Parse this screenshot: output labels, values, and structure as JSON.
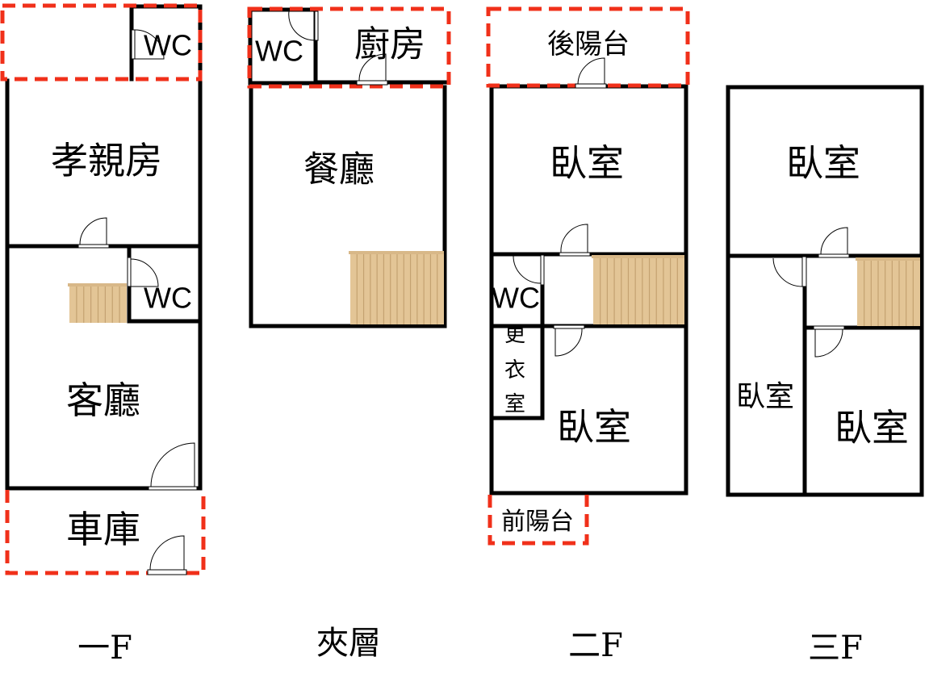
{
  "colors": {
    "wall": "#000000",
    "outdoor_dash": "#f0301a",
    "stair_fill": "#e3c596",
    "stair_line": "#c4a271",
    "background": "#ffffff"
  },
  "floors": [
    {
      "id": "1f",
      "label": "一F",
      "rooms": {
        "wc_top": "WC",
        "parents_room": "孝親房",
        "wc_mid": "WC",
        "living_room": "客廳",
        "garage": "車庫"
      }
    },
    {
      "id": "mezzanine",
      "label": "夾層",
      "rooms": {
        "wc": "WC",
        "kitchen": "廚房",
        "dining_room": "餐廳"
      }
    },
    {
      "id": "2f",
      "label": "二F",
      "rooms": {
        "rear_balcony": "後陽台",
        "bedroom_top": "臥室",
        "wc": "WC",
        "closet_1": "更",
        "closet_2": "衣",
        "closet_3": "室",
        "bedroom_bottom": "臥室",
        "front_balcony": "前陽台"
      }
    },
    {
      "id": "3f",
      "label": "三F",
      "rooms": {
        "bedroom_top": "臥室",
        "bedroom_left": "臥室",
        "bedroom_right": "臥室"
      }
    }
  ]
}
